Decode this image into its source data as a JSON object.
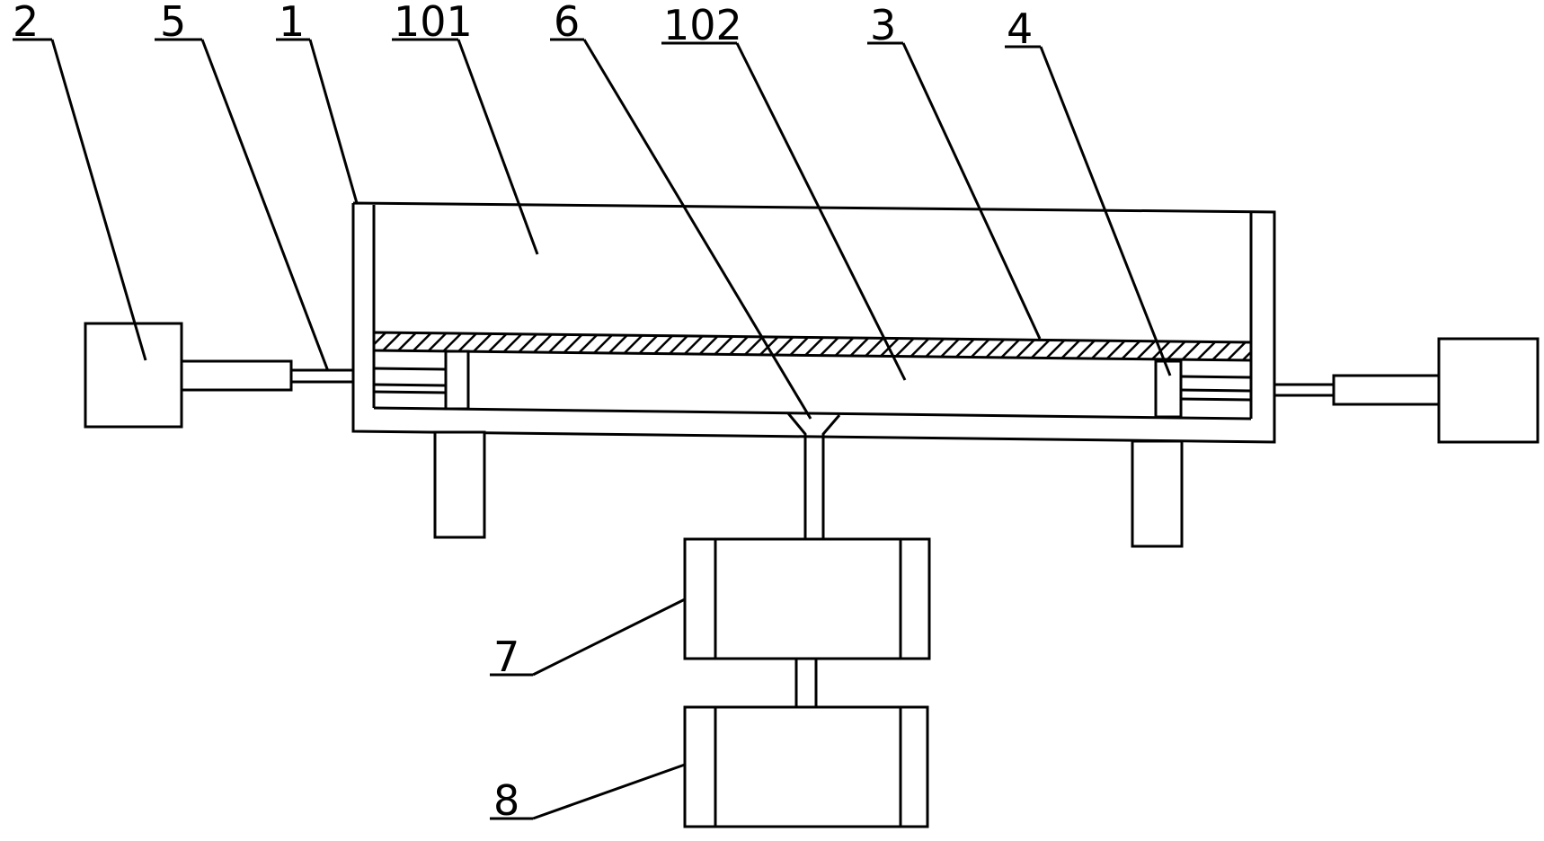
{
  "labels": {
    "l2": "2",
    "l5": "5",
    "l1": "1",
    "l101": "101",
    "l6": "6",
    "l102": "102",
    "l3": "3",
    "l4": "4",
    "l7": "7",
    "l8": "8"
  },
  "colors": {
    "line": "#000000",
    "background": "#ffffff"
  }
}
